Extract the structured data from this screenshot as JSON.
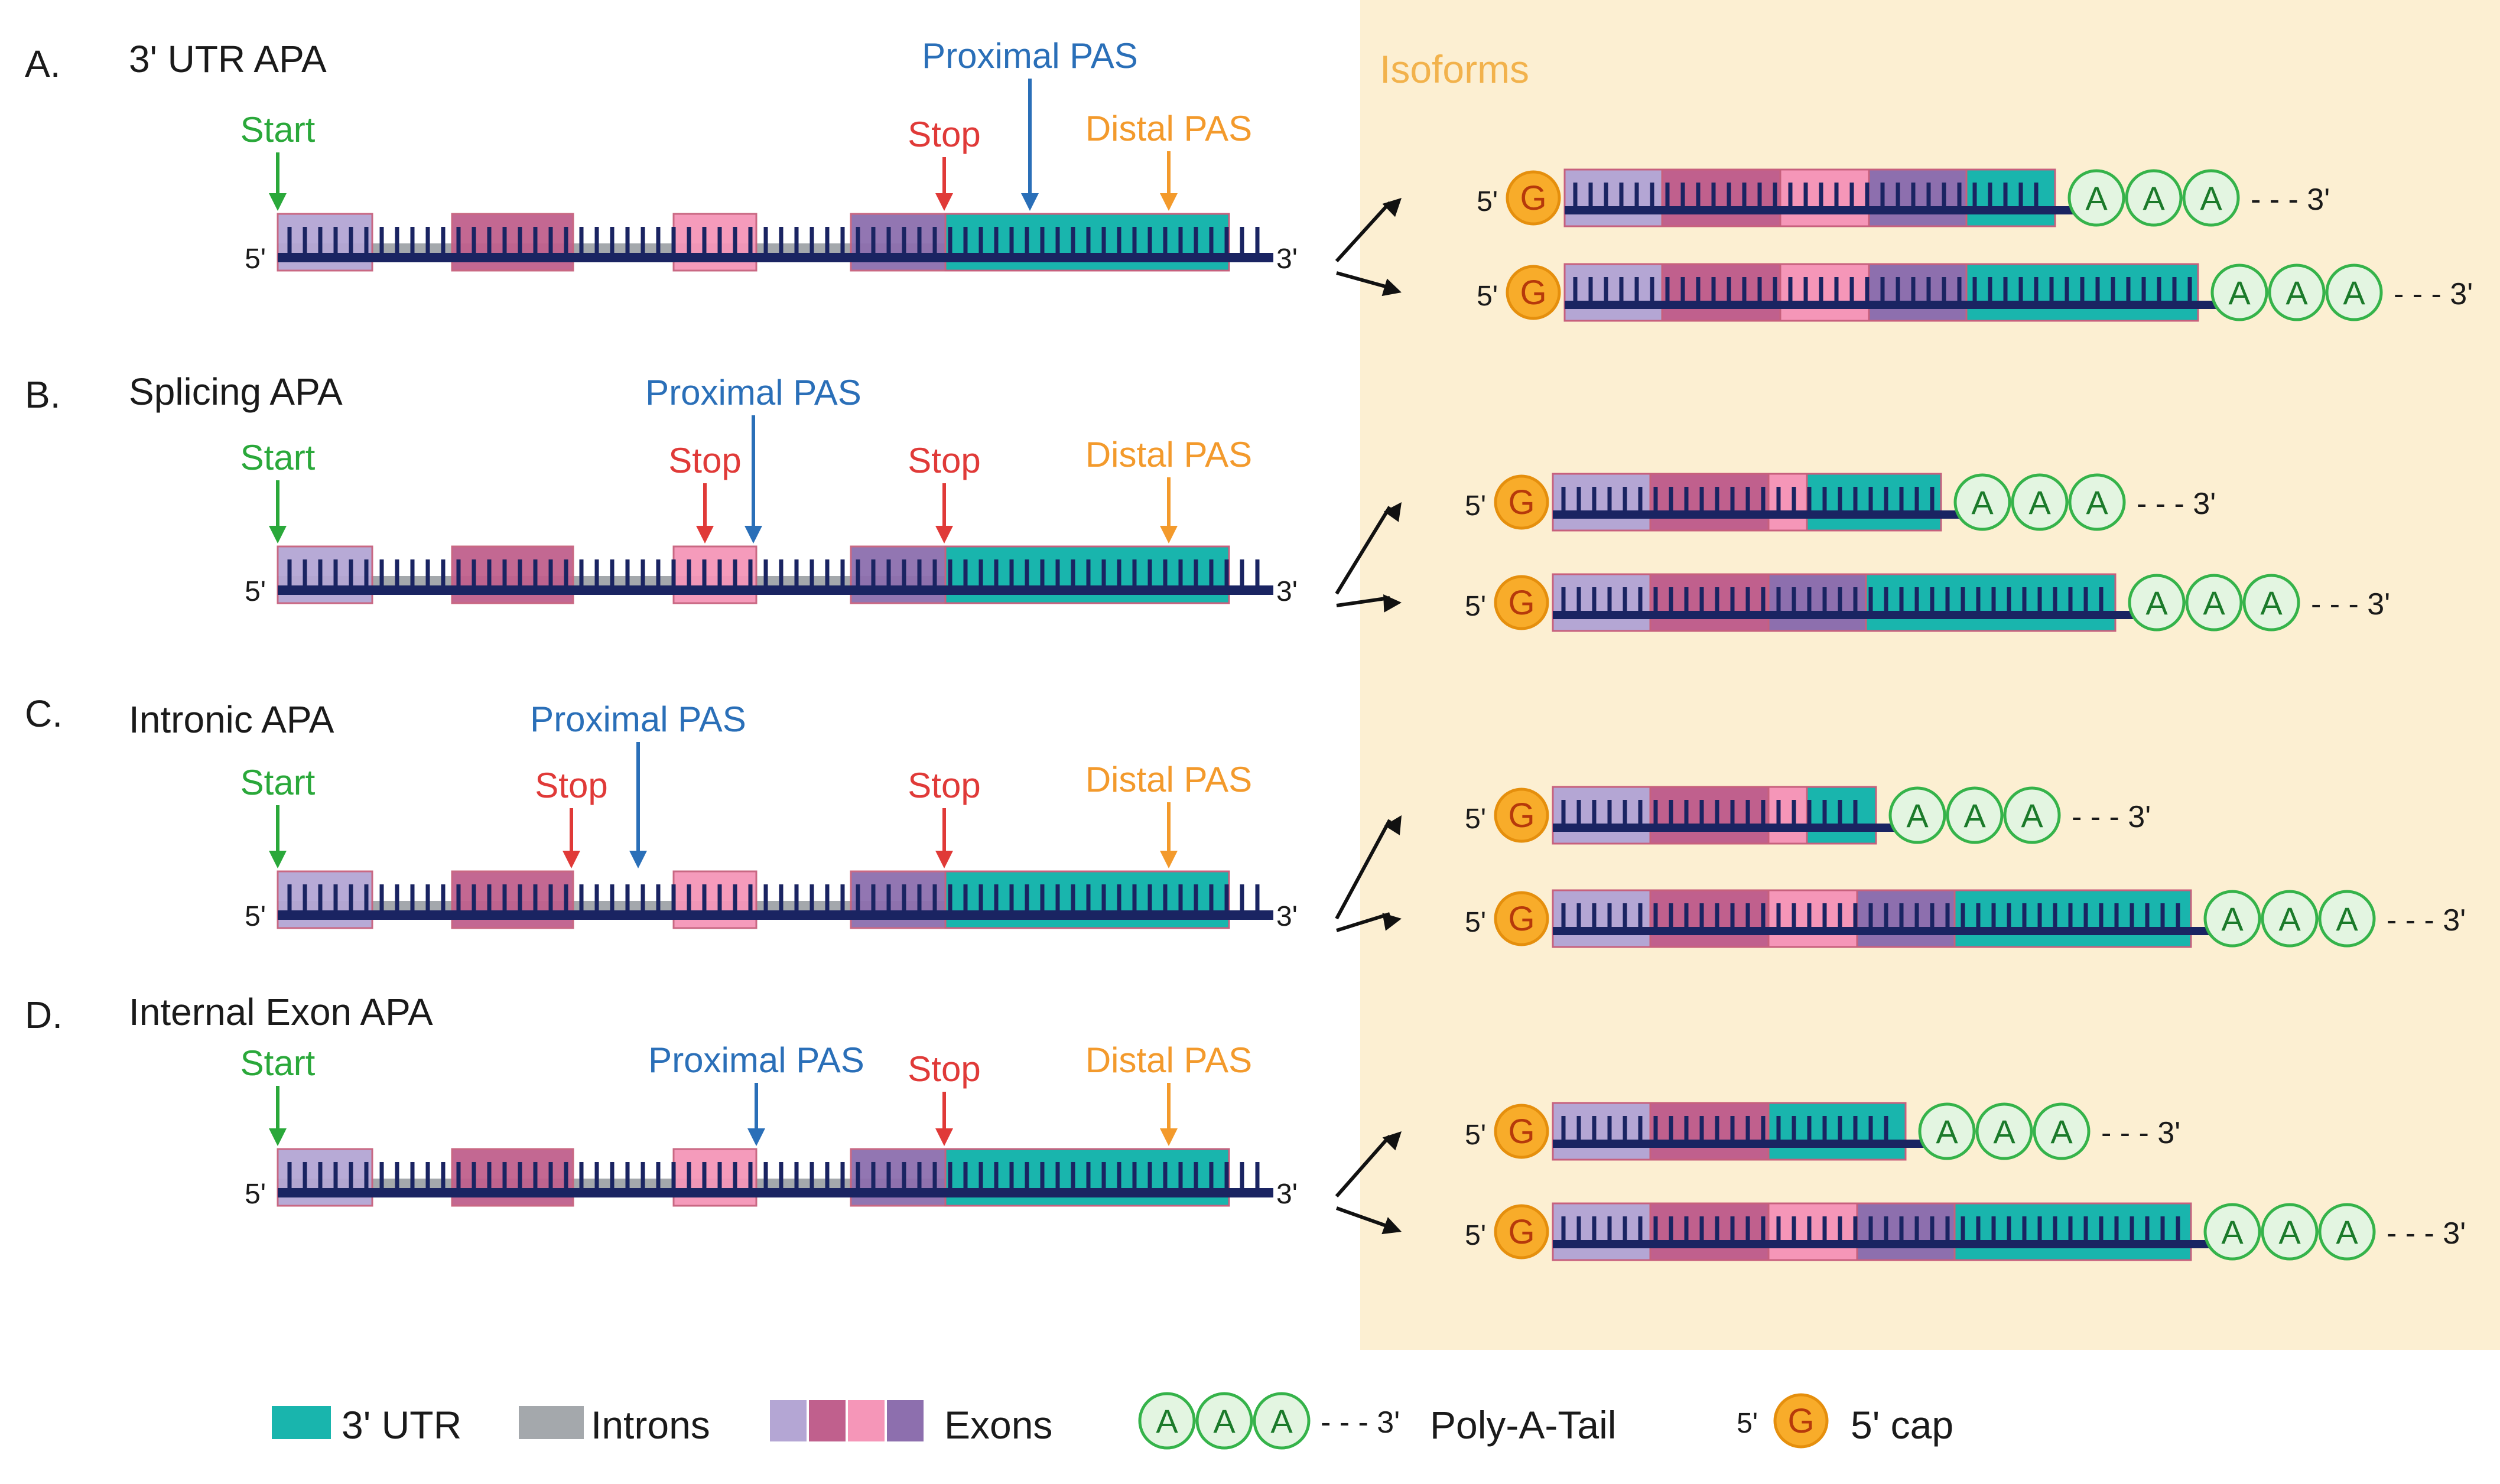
{
  "colors": {
    "backbone": "#1a2462",
    "tick": "#1a2462",
    "intron": "#a4a8ac",
    "exon1": "#b4a6d4",
    "exon2": "#c0608d",
    "exon3": "#f596b8",
    "exon4": "#8d6fae",
    "utr": "#19b5ad",
    "exon_edge": "#c7607d",
    "start": "#2aa83a",
    "stop": "#e03a38",
    "proximal": "#2a6fb8",
    "distal": "#f39a2c",
    "isoform_bg": "#fcefd2",
    "isoform_title": "#f2b24c",
    "polya_fill": "#e3f5e1",
    "polya_stroke": "#35b34a",
    "cap_fill": "#f8ac2a",
    "cap_stroke": "#e58f0d",
    "text": "#1a1a1a"
  },
  "isoforms_title": "Isoforms",
  "labels": {
    "start": "Start",
    "stop": "Stop",
    "proximal": "Proximal PAS",
    "distal": "Distal PAS",
    "five_prime": "5'",
    "three_prime": "3'",
    "cap_letter": "G",
    "polya_letter": "A",
    "tail_end": "- - - 3'"
  },
  "panels": [
    {
      "letter": "A.",
      "title": "3' UTR APA",
      "markers": [
        {
          "type": "start",
          "label": "Start"
        },
        {
          "type": "stop",
          "label": "Stop"
        },
        {
          "type": "proximal",
          "label": "Proximal PAS"
        },
        {
          "type": "distal",
          "label": "Distal PAS"
        }
      ],
      "isoforms": [
        {
          "segments": [
            "exon1",
            "exon2",
            "exon3",
            "exon4",
            "utr"
          ],
          "utr_fraction": 0.5
        },
        {
          "segments": [
            "exon1",
            "exon2",
            "exon3",
            "exon4",
            "utr"
          ],
          "utr_fraction": 1.0
        }
      ]
    },
    {
      "letter": "B.",
      "title": "Splicing APA",
      "markers": [
        {
          "type": "start",
          "label": "Start"
        },
        {
          "type": "stop",
          "label": "Stop"
        },
        {
          "type": "proximal",
          "label": "Proximal PAS"
        },
        {
          "type": "stop",
          "label": "Stop"
        },
        {
          "type": "distal",
          "label": "Distal PAS"
        }
      ],
      "isoforms": [
        {
          "segments": [
            "exon1",
            "exon2",
            "exon3s",
            "utr"
          ],
          "utr_fraction": 0.55
        },
        {
          "segments": [
            "exon1",
            "exon2",
            "exon4",
            "utr"
          ],
          "utr_fraction": 1.0
        }
      ]
    },
    {
      "letter": "C.",
      "title": "Intronic APA",
      "markers": [
        {
          "type": "start",
          "label": "Start"
        },
        {
          "type": "stop",
          "label": "Stop"
        },
        {
          "type": "proximal",
          "label": "Proximal PAS"
        },
        {
          "type": "stop",
          "label": "Stop"
        },
        {
          "type": "distal",
          "label": "Distal PAS"
        }
      ],
      "isoforms": [
        {
          "segments": [
            "exon1",
            "exon2",
            "exon3s",
            "utr"
          ],
          "utr_fraction": 0.35
        },
        {
          "segments": [
            "exon1",
            "exon2",
            "exon3",
            "exon4",
            "utr"
          ],
          "utr_fraction": 1.0
        }
      ]
    },
    {
      "letter": "D.",
      "title": "Internal Exon APA",
      "markers": [
        {
          "type": "start",
          "label": "Start"
        },
        {
          "type": "proximal",
          "label": "Proximal PAS"
        },
        {
          "type": "stop",
          "label": "Stop"
        },
        {
          "type": "distal",
          "label": "Distal PAS"
        }
      ],
      "isoforms": [
        {
          "segments": [
            "exon1",
            "exon2",
            "utr"
          ],
          "utr_fraction": 0.55
        },
        {
          "segments": [
            "exon1",
            "exon2",
            "exon3",
            "exon4",
            "utr"
          ],
          "utr_fraction": 1.0
        }
      ]
    }
  ],
  "legend": [
    {
      "kind": "utr",
      "label": "3' UTR"
    },
    {
      "kind": "intron",
      "label": "Introns"
    },
    {
      "kind": "exons",
      "label": "Exons"
    },
    {
      "kind": "polya",
      "label": "Poly-A-Tail",
      "tail_text": "- - - 3'"
    },
    {
      "kind": "cap",
      "label": "5' cap",
      "prefix": "5'"
    }
  ]
}
